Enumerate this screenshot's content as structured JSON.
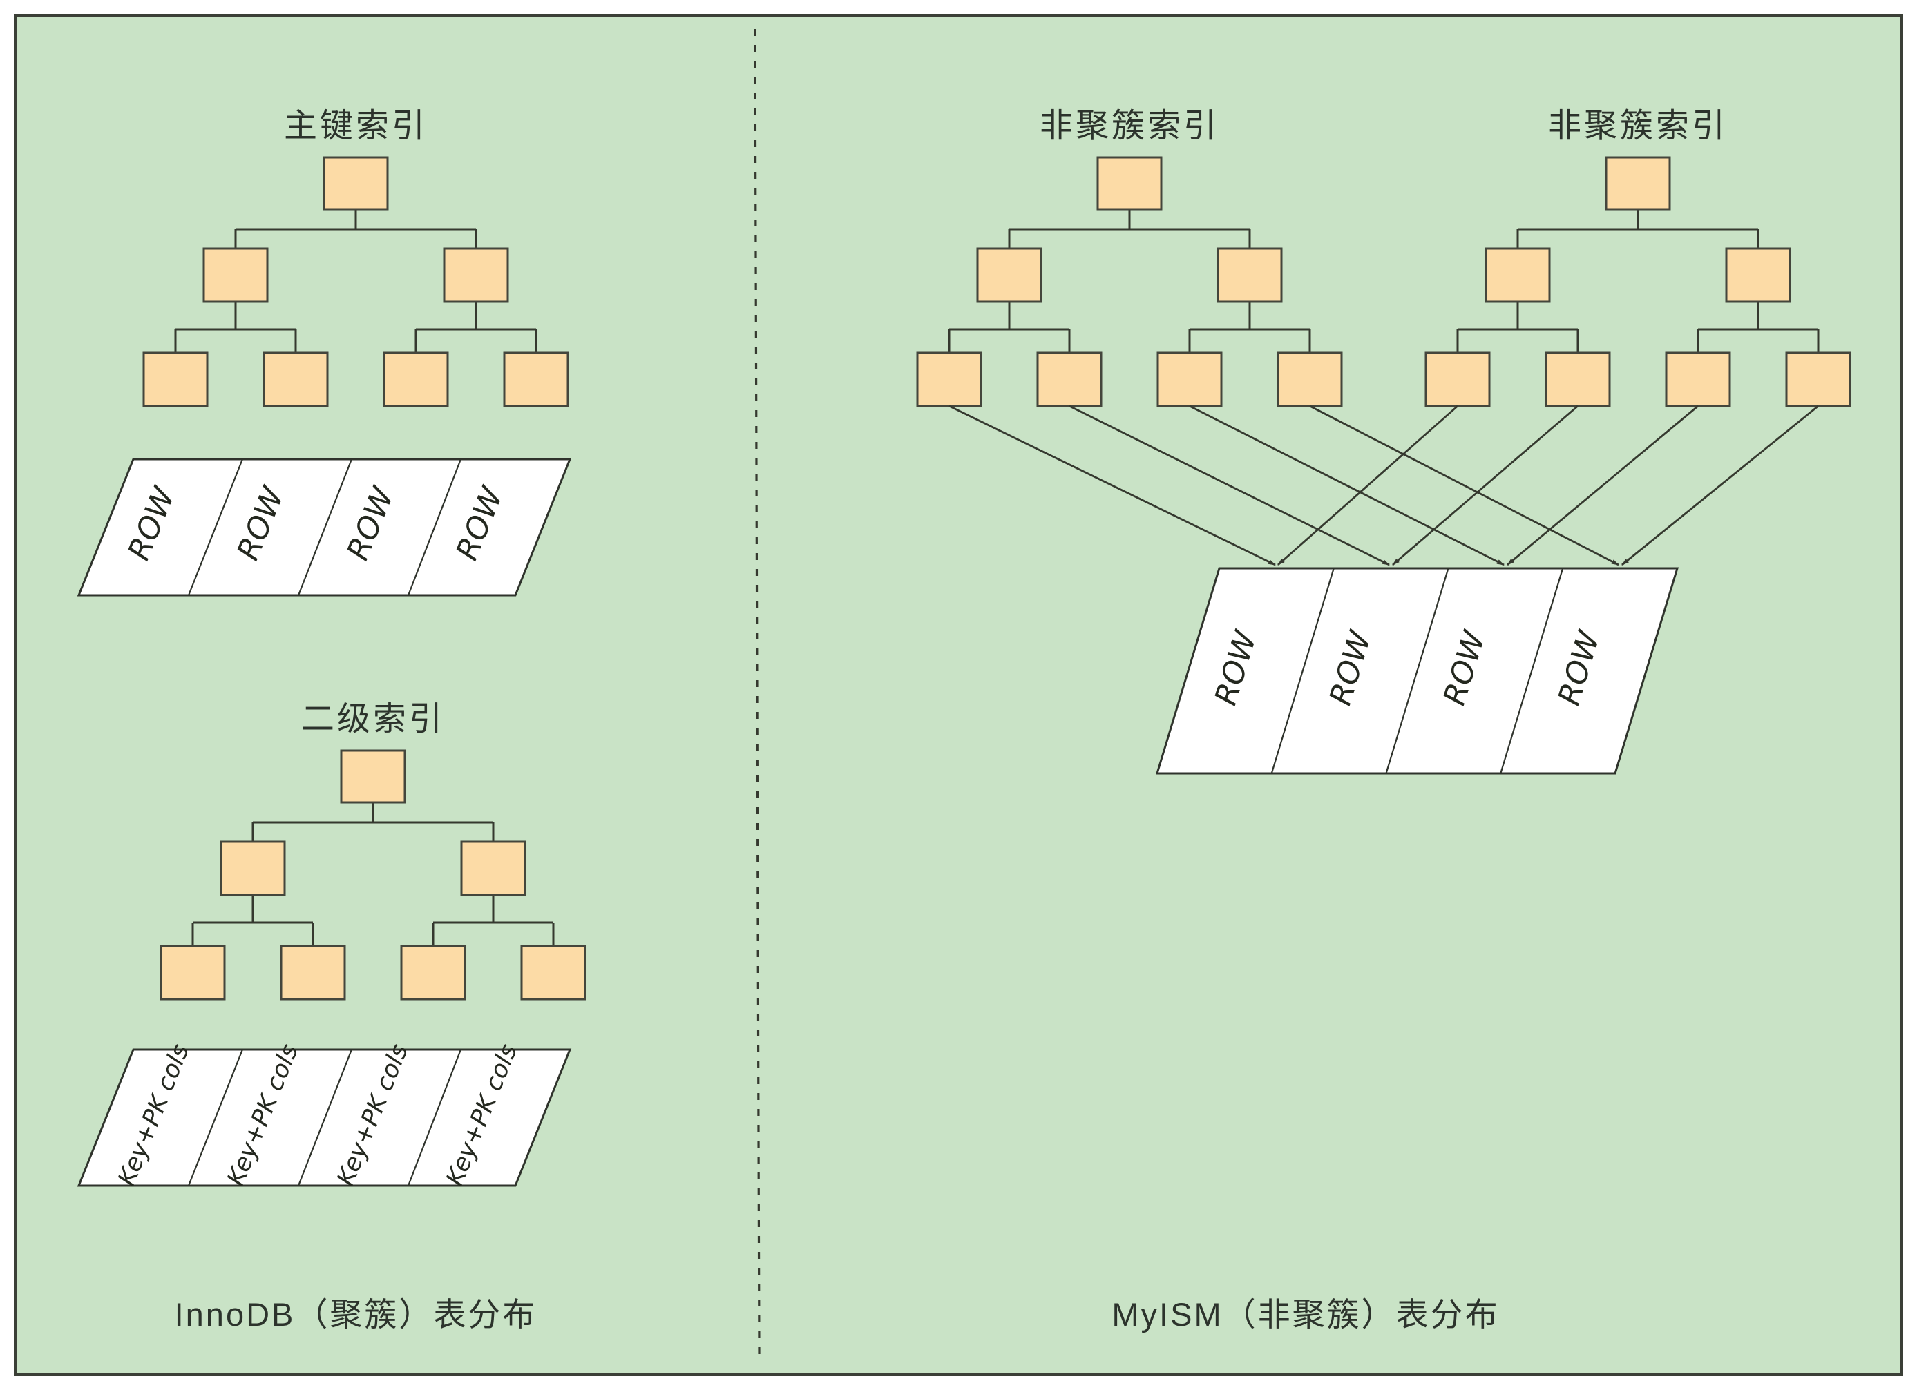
{
  "colors": {
    "page-bg": "#ffffff",
    "panel-bg": "#c9e3c6",
    "frame": "#3b3f37",
    "node-fill": "#fcdba6",
    "node-stroke": "#44463c",
    "line": "#35392f",
    "para-fill": "#ffffff",
    "para-stroke": "#2f332c",
    "text": "#2c332c"
  },
  "left_panel": {
    "primary_index": {
      "title": "主键索引"
    },
    "secondary_index": {
      "title": "二级索引"
    },
    "row_label": "ROW",
    "key_pk_label": "Key+PK cols",
    "caption": "InnoDB（聚簇）表分布"
  },
  "right_panel": {
    "index_a": {
      "title": "非聚簇索引"
    },
    "index_b": {
      "title": "非聚簇索引"
    },
    "row_label": "ROW",
    "caption": "MyISM（非聚簇）表分布"
  }
}
